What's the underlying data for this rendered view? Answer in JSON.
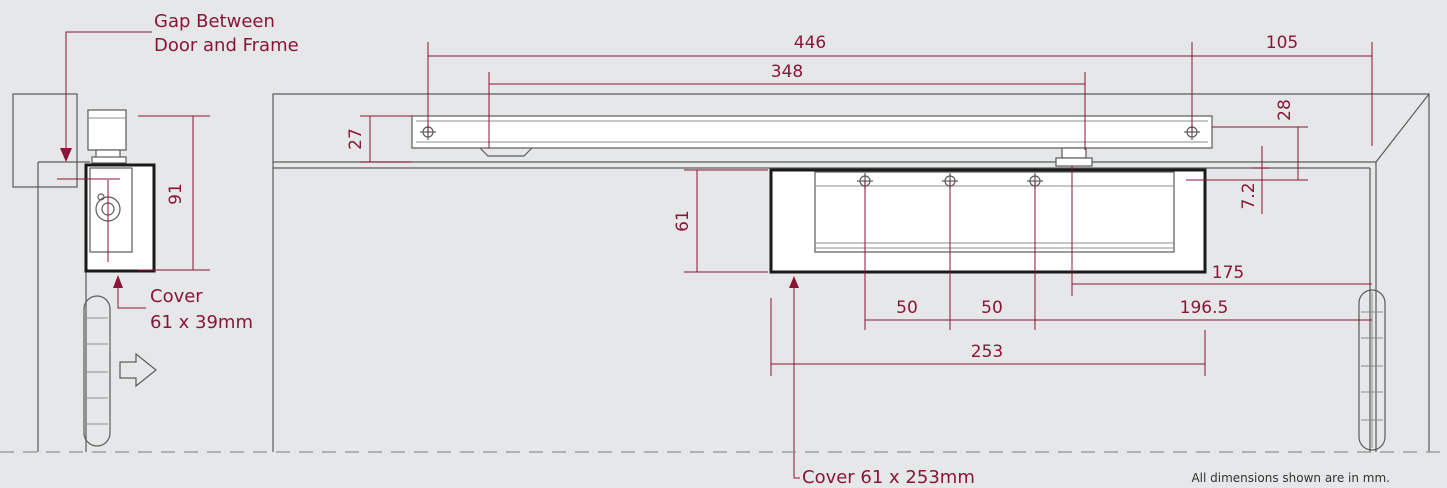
{
  "labels": {
    "gap_line1": "Gap Between",
    "gap_line2": "Door and Frame",
    "cover_small_line1": "Cover",
    "cover_small_line2": "61 x 39mm",
    "cover_large": "Cover 61 x 253mm",
    "footnote": "All dimensions shown are in mm."
  },
  "dimensions": {
    "d446": "446",
    "d105": "105",
    "d348": "348",
    "d28": "28",
    "d27": "27",
    "d61_front": "61",
    "d7_2": "7.2",
    "d175": "175",
    "d50_a": "50",
    "d50_b": "50",
    "d196_5": "196.5",
    "d253": "253",
    "d91": "91"
  },
  "colors": {
    "dimension": "#8a1538",
    "outline": "#5b5b5b",
    "background": "#e6e7e8"
  }
}
